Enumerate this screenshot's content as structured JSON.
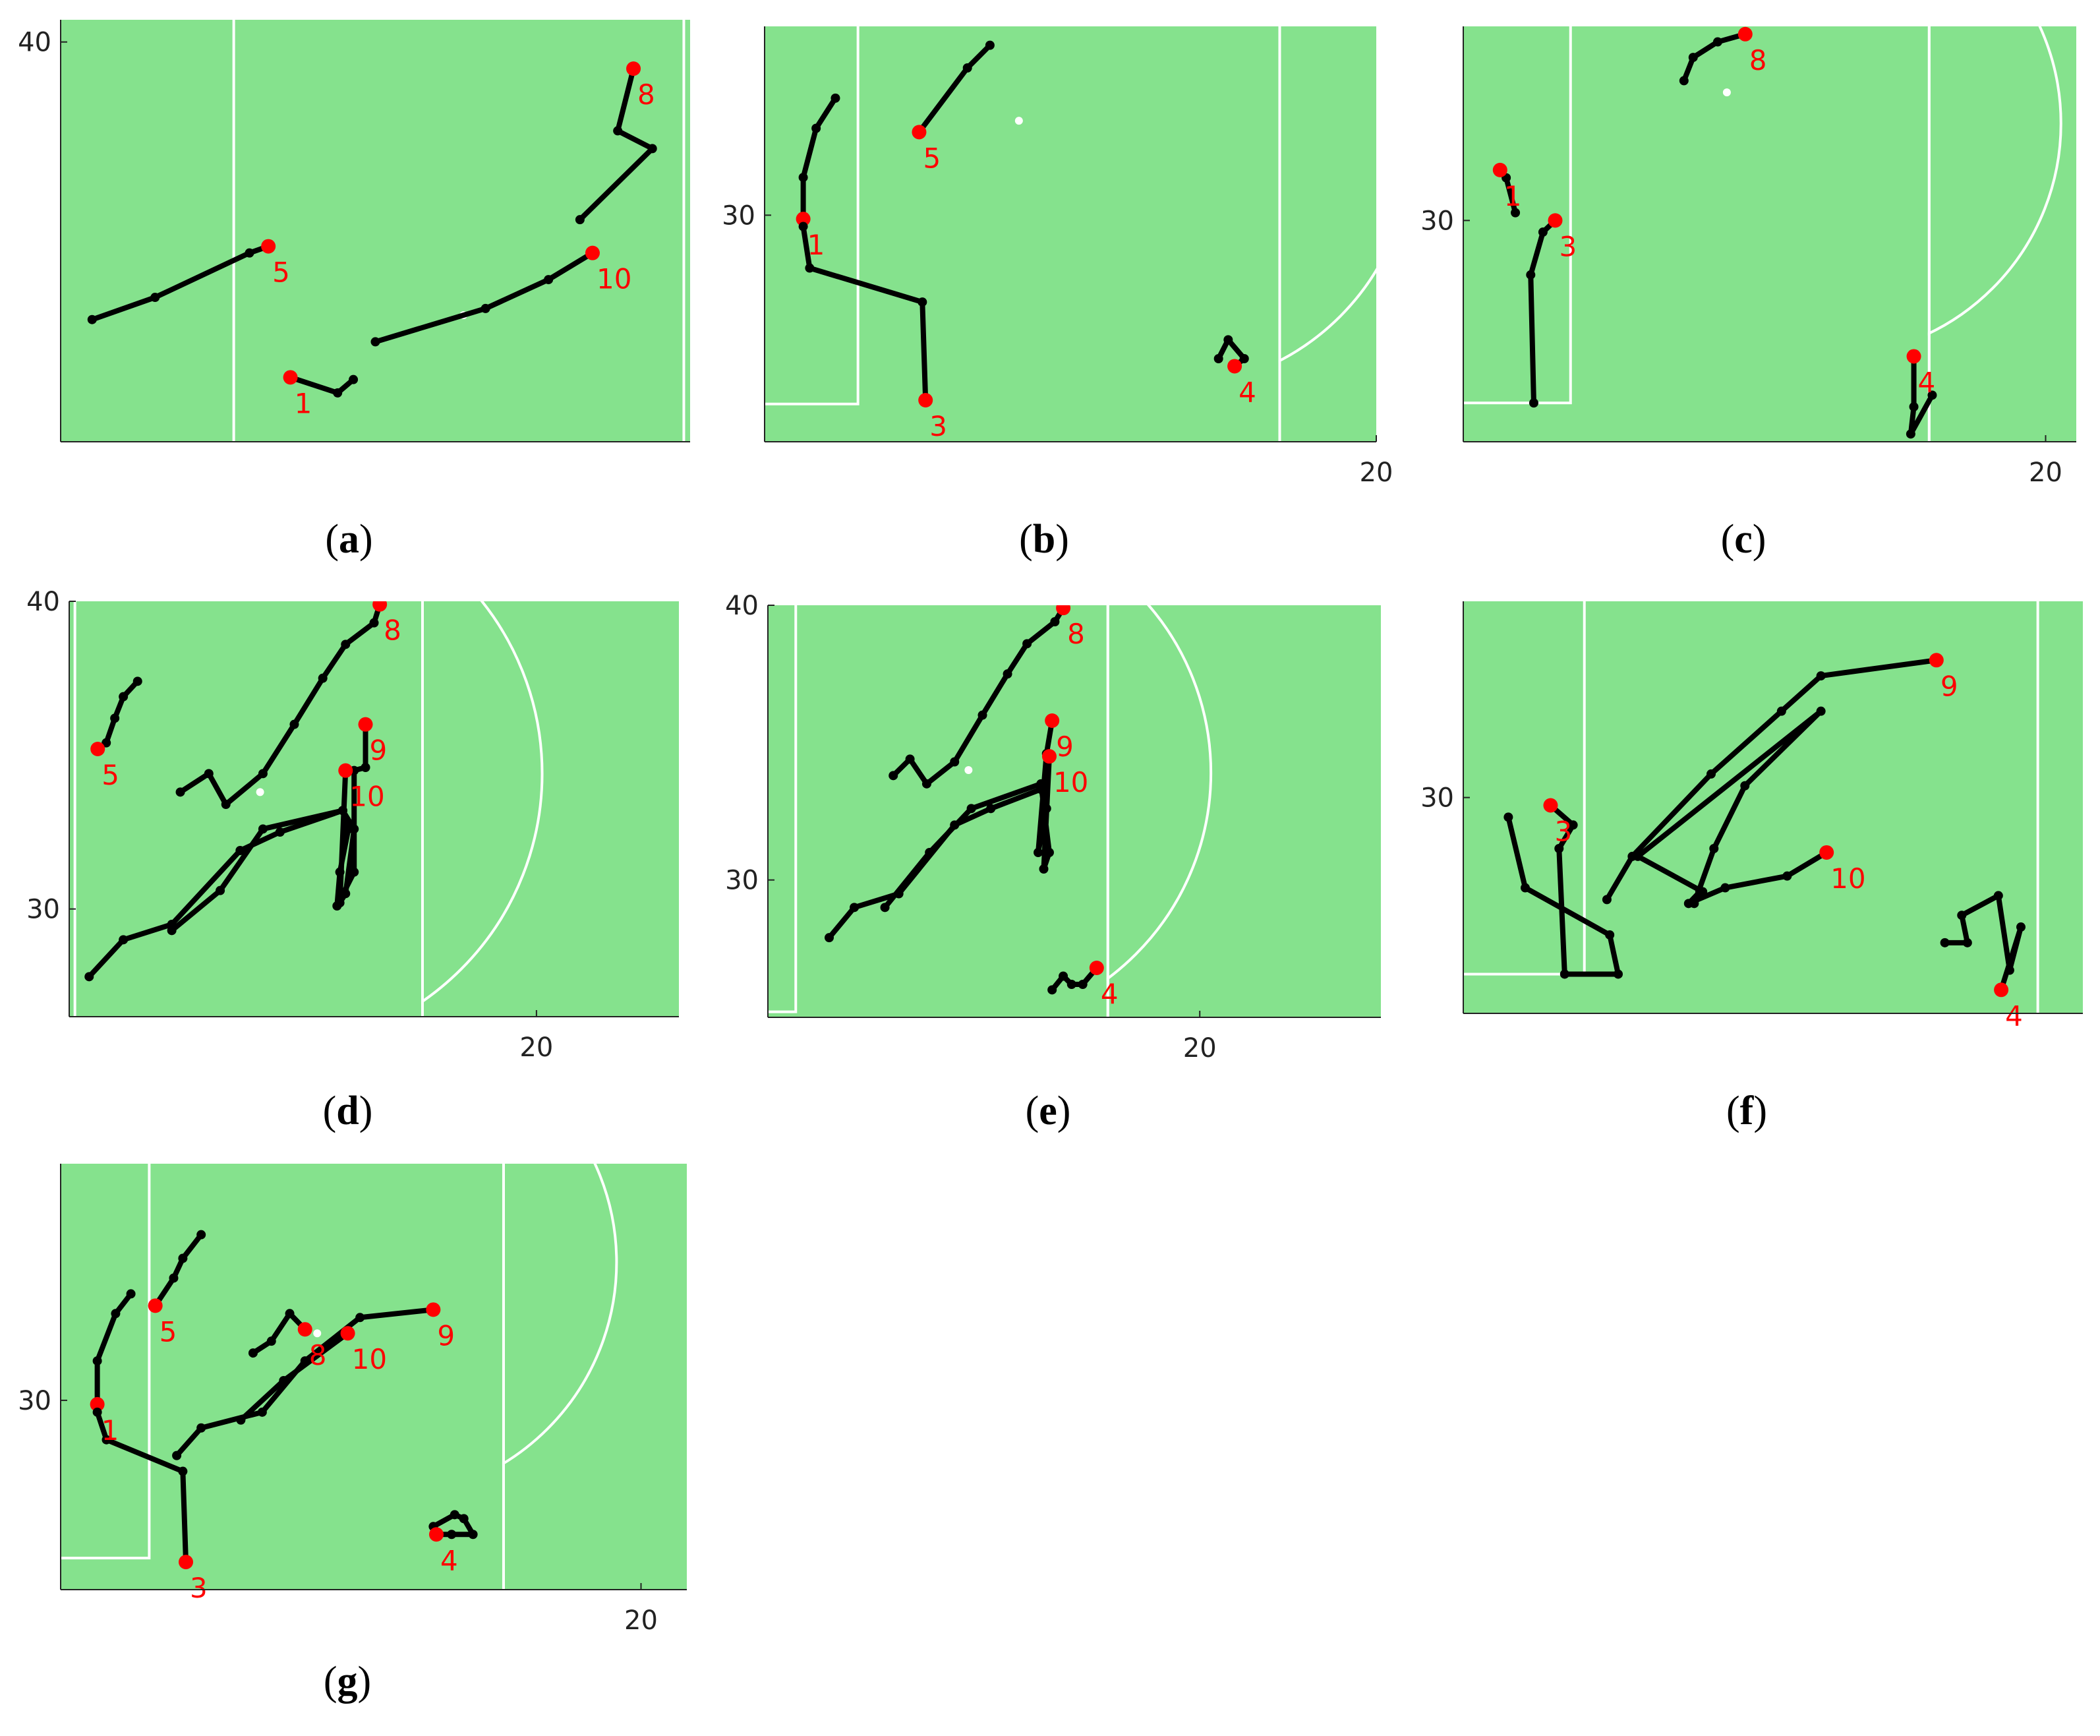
{
  "chart_data": [
    {
      "panel": "a",
      "type": "scatter",
      "caption": "a",
      "xlim": [
        2,
        22
      ],
      "ylim": [
        22,
        41
      ],
      "yticks": [
        40
      ],
      "xticks": [],
      "markings": {
        "box_x": 7.5,
        "line_x": 21.8
      },
      "tracks": [
        {
          "label": "5",
          "points": [
            [
              3,
              27.5
            ],
            [
              5,
              28.5
            ],
            [
              8,
              30.5
            ],
            [
              8.6,
              30.8
            ]
          ]
        },
        {
          "label": "1",
          "points": [
            [
              11.3,
              24.8
            ],
            [
              10.8,
              24.2
            ],
            [
              9.3,
              24.9
            ]
          ]
        },
        {
          "label": "10",
          "points": [
            [
              12,
              26.5
            ],
            [
              15.5,
              28
            ],
            [
              17.5,
              29.3
            ],
            [
              18.9,
              30.5
            ]
          ]
        },
        {
          "label": "8",
          "points": [
            [
              18.5,
              32
            ],
            [
              20.8,
              35.2
            ],
            [
              19.7,
              36
            ],
            [
              20.2,
              38.8
            ]
          ]
        }
      ],
      "ball": [
        [
          14.8,
          27.7
        ]
      ]
    },
    {
      "panel": "b",
      "type": "scatter",
      "caption": "b",
      "xlim": [
        1,
        20
      ],
      "ylim": [
        24,
        35
      ],
      "yticks": [
        30
      ],
      "xticks": [
        20
      ],
      "markings": {
        "box_x": 3.9,
        "box_y": 25,
        "line_x": 17,
        "arc_center": [
          13.5,
          31.9
        ],
        "arc_r": 7.6
      },
      "tracks": [
        {
          "label": "1",
          "points": [
            [
              3.2,
              33.1
            ],
            [
              2.6,
              32.3
            ],
            [
              2.2,
              31
            ],
            [
              2.2,
              29.9
            ]
          ]
        },
        {
          "label": "3",
          "points": [
            [
              2.2,
              29.7
            ],
            [
              2.4,
              28.6
            ],
            [
              5.9,
              27.7
            ],
            [
              6,
              25.1
            ]
          ]
        },
        {
          "label": "5",
          "points": [
            [
              8,
              34.5
            ],
            [
              7.3,
              33.9
            ],
            [
              5.8,
              32.2
            ]
          ]
        },
        {
          "label": "4",
          "points": [
            [
              15.1,
              26.2
            ],
            [
              15.4,
              26.7
            ],
            [
              15.9,
              26.2
            ],
            [
              15.6,
              26
            ]
          ]
        }
      ],
      "ball": [
        [
          8.9,
          32.5
        ]
      ]
    },
    {
      "panel": "c",
      "type": "scatter",
      "caption": "c",
      "xlim": [
        1,
        21
      ],
      "ylim": [
        24.3,
        35
      ],
      "yticks": [
        30
      ],
      "xticks": [
        20
      ],
      "markings": {
        "box_x": 4.5,
        "box_y": 25.3,
        "line_x": 16.2,
        "arc_center": [
          12.9,
          32.5
        ],
        "arc_r": 7.6
      },
      "tracks": [
        {
          "label": "1",
          "points": [
            [
              2.7,
              30.2
            ],
            [
              2.4,
              31.1
            ],
            [
              2.2,
              31.3
            ]
          ]
        },
        {
          "label": "3",
          "points": [
            [
              3.3,
              25.3
            ],
            [
              3.2,
              28.6
            ],
            [
              3.6,
              29.7
            ],
            [
              4,
              30
            ]
          ]
        },
        {
          "label": "8",
          "points": [
            [
              8.2,
              33.6
            ],
            [
              8.5,
              34.2
            ],
            [
              9.3,
              34.6
            ],
            [
              10.2,
              34.8
            ]
          ]
        },
        {
          "label": "4",
          "points": [
            [
              16.3,
              25.5
            ],
            [
              15.6,
              24.5
            ],
            [
              15.7,
              25.2
            ],
            [
              15.7,
              26.5
            ]
          ]
        }
      ],
      "ball": [
        [
          9.6,
          33.3
        ]
      ]
    },
    {
      "panel": "d",
      "type": "scatter",
      "caption": "d",
      "xlim": [
        3.6,
        25
      ],
      "ylim": [
        26.5,
        40
      ],
      "yticks": [
        40,
        30
      ],
      "xticks": [
        20
      ],
      "markings": {
        "box_x": 3.8,
        "line_x": 16,
        "arc_center": [
          10.5,
          34.4
        ],
        "arc_r": 9.7
      },
      "tracks": [
        {
          "label": "5",
          "points": [
            [
              6,
              37.4
            ],
            [
              5.5,
              36.9
            ],
            [
              5.2,
              36.2
            ],
            [
              4.9,
              35.4
            ],
            [
              4.6,
              35.2
            ]
          ]
        },
        {
          "label": "8",
          "points": [
            [
              7.5,
              33.8
            ],
            [
              8.5,
              34.4
            ],
            [
              9.1,
              33.4
            ],
            [
              10.4,
              34.4
            ],
            [
              11.5,
              36
            ],
            [
              12.5,
              37.5
            ],
            [
              13.3,
              38.6
            ],
            [
              14.3,
              39.3
            ],
            [
              14.5,
              39.9
            ]
          ]
        },
        {
          "label": "9",
          "points": [
            [
              4.3,
              27.8
            ],
            [
              5.5,
              29
            ],
            [
              7.2,
              29.5
            ],
            [
              9.6,
              31.9
            ],
            [
              11,
              32.5
            ],
            [
              13.2,
              33.2
            ],
            [
              13.4,
              32.6
            ],
            [
              13.1,
              31.2
            ],
            [
              13,
              30.1
            ],
            [
              13.6,
              31.2
            ],
            [
              13.6,
              34.5
            ],
            [
              14,
              34.6
            ],
            [
              14,
              36
            ]
          ]
        },
        {
          "label": "10",
          "points": [
            [
              7.2,
              29.3
            ],
            [
              8.9,
              30.6
            ],
            [
              10.4,
              32.6
            ],
            [
              13.2,
              33.2
            ],
            [
              13.6,
              32.6
            ],
            [
              13.3,
              30.5
            ],
            [
              13.1,
              30.2
            ],
            [
              13.3,
              34.5
            ]
          ]
        }
      ],
      "ball": [
        [
          10.3,
          33.8
        ]
      ]
    },
    {
      "panel": "e",
      "type": "scatter",
      "caption": "e",
      "xlim": [
        4.5,
        26.5
      ],
      "ylim": [
        25,
        40
      ],
      "yticks": [
        40,
        30
      ],
      "xticks": [
        20
      ],
      "markings": {
        "box_x": 5.5,
        "box_y": 25.2,
        "line_x": 16.7,
        "arc_center": [
          11.2,
          33.9
        ],
        "arc_r": 9.2
      },
      "tracks": [
        {
          "label": "8",
          "points": [
            [
              9,
              33.8
            ],
            [
              9.6,
              34.4
            ],
            [
              10.2,
              33.5
            ],
            [
              11.2,
              34.3
            ],
            [
              12.2,
              36
            ],
            [
              13.1,
              37.5
            ],
            [
              13.8,
              38.6
            ],
            [
              14.8,
              39.4
            ],
            [
              15.1,
              39.9
            ]
          ]
        },
        {
          "label": "9",
          "points": [
            [
              6.7,
              27.9
            ],
            [
              7.6,
              29
            ],
            [
              9.2,
              29.5
            ],
            [
              11.2,
              32
            ],
            [
              12.5,
              32.6
            ],
            [
              14.3,
              33.3
            ],
            [
              14.5,
              32.6
            ],
            [
              14.2,
              31
            ],
            [
              14.5,
              34.6
            ],
            [
              14.7,
              35.8
            ]
          ]
        },
        {
          "label": "10",
          "points": [
            [
              8.7,
              29
            ],
            [
              10.3,
              31
            ],
            [
              11.8,
              32.6
            ],
            [
              14.3,
              33.5
            ],
            [
              14.6,
              31
            ],
            [
              14.4,
              30.4
            ],
            [
              14.6,
              34.5
            ]
          ]
        },
        {
          "label": "4",
          "points": [
            [
              14.7,
              26
            ],
            [
              15.1,
              26.5
            ],
            [
              15.4,
              26.2
            ],
            [
              15.8,
              26.2
            ],
            [
              16.3,
              26.8
            ]
          ]
        }
      ],
      "ball": [
        [
          11.7,
          34
        ]
      ]
    },
    {
      "panel": "f",
      "type": "scatter",
      "caption": "f",
      "xlim": [
        1,
        23
      ],
      "ylim": [
        24.5,
        35
      ],
      "yticks": [
        30
      ],
      "xticks": [],
      "markings": {
        "box_x": 5.3,
        "box_y": 25.5,
        "line_x": 21.4
      },
      "tracks": [
        {
          "label": "3",
          "points": [
            [
              2.6,
              29.5
            ],
            [
              3.2,
              27.7
            ],
            [
              6.2,
              26.5
            ],
            [
              6.5,
              25.5
            ],
            [
              4.6,
              25.5
            ],
            [
              4.4,
              28.7
            ],
            [
              4.9,
              29.3
            ],
            [
              4.1,
              29.8
            ]
          ]
        },
        {
          "label": "9",
          "points": [
            [
              6.1,
              27.4
            ],
            [
              7,
              28.5
            ],
            [
              9.8,
              30.6
            ],
            [
              12.3,
              32.2
            ],
            [
              13.7,
              33.1
            ],
            [
              17.8,
              33.5
            ]
          ]
        },
        {
          "label": "10",
          "points": [
            [
              9.2,
              27.3
            ],
            [
              9.9,
              28.7
            ],
            [
              11,
              30.3
            ],
            [
              13.7,
              32.2
            ],
            [
              7.2,
              28.5
            ],
            [
              9.5,
              27.6
            ],
            [
              9.4,
              27.6
            ],
            [
              9,
              27.3
            ],
            [
              10.3,
              27.7
            ],
            [
              12.5,
              28
            ],
            [
              13.9,
              28.6
            ]
          ]
        },
        {
          "label": "4",
          "points": [
            [
              18.1,
              26.3
            ],
            [
              18.9,
              26.3
            ],
            [
              18.7,
              27
            ],
            [
              20,
              27.5
            ],
            [
              20.4,
              25.6
            ],
            [
              20.8,
              26.7
            ],
            [
              20.1,
              25.1
            ]
          ]
        }
      ],
      "ball": []
    },
    {
      "panel": "g",
      "type": "scatter",
      "caption": "g",
      "xlim": [
        1,
        21.5
      ],
      "ylim": [
        25.2,
        36
      ],
      "yticks": [
        30
      ],
      "xticks": [
        20
      ],
      "markings": {
        "box_x": 3.9,
        "box_y": 26,
        "line_x": 15.5,
        "arc_center": [
          11.5,
          33.5
        ],
        "arc_r": 7.7
      },
      "tracks": [
        {
          "label": "1",
          "points": [
            [
              3.3,
              32.7
            ],
            [
              2.8,
              32.2
            ],
            [
              2.2,
              31
            ],
            [
              2.2,
              29.9
            ]
          ]
        },
        {
          "label": "3",
          "points": [
            [
              2.2,
              29.7
            ],
            [
              2.5,
              29
            ],
            [
              5,
              28.2
            ],
            [
              5.1,
              25.9
            ]
          ]
        },
        {
          "label": "5",
          "points": [
            [
              5.6,
              34.2
            ],
            [
              5,
              33.6
            ],
            [
              4.7,
              33.1
            ],
            [
              4.1,
              32.4
            ]
          ]
        },
        {
          "label": "8",
          "points": [
            [
              7.3,
              31.2
            ],
            [
              7.9,
              31.5
            ],
            [
              8.5,
              32.2
            ],
            [
              9,
              31.8
            ]
          ]
        },
        {
          "label": "9",
          "points": [
            [
              4.8,
              28.6
            ],
            [
              5.6,
              29.3
            ],
            [
              7.6,
              29.7
            ],
            [
              9,
              31
            ],
            [
              10.8,
              32.1
            ],
            [
              13.2,
              32.3
            ]
          ]
        },
        {
          "label": "10",
          "points": [
            [
              6.9,
              29.5
            ],
            [
              8.3,
              30.5
            ],
            [
              10.4,
              31.7
            ]
          ]
        },
        {
          "label": "4",
          "points": [
            [
              13.2,
              26.8
            ],
            [
              13.9,
              27.1
            ],
            [
              14.2,
              27
            ],
            [
              14.5,
              26.6
            ],
            [
              13.8,
              26.6
            ],
            [
              13.3,
              26.6
            ]
          ]
        }
      ],
      "ball": [
        [
          9.4,
          31.7
        ]
      ]
    }
  ]
}
